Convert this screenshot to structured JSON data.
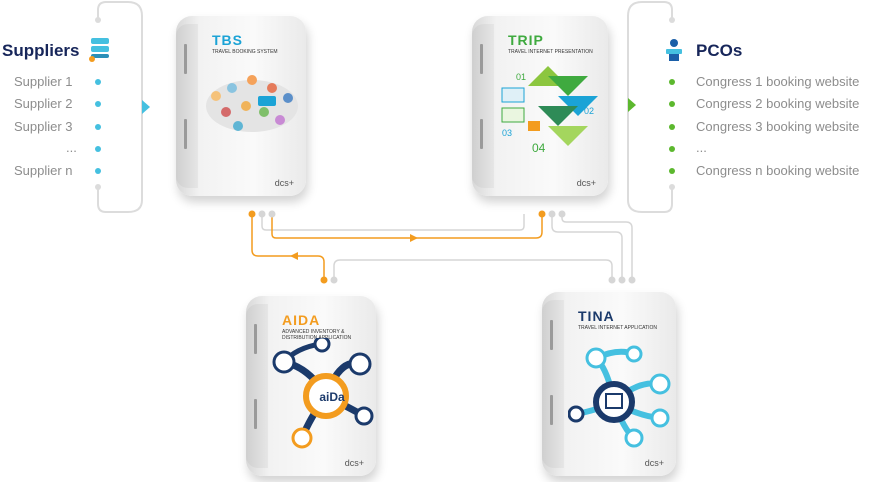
{
  "suppliers": {
    "title": "Suppliers",
    "items": [
      "Supplier 1",
      "Supplier 2",
      "Supplier 3",
      "...",
      "Supplier n"
    ],
    "icon": "server-stack-icon",
    "dot_color": "#45c0e0"
  },
  "pcos": {
    "title": "PCOs",
    "items": [
      "Congress 1 booking website",
      "Congress 2 booking website",
      "Congress 3 booking website",
      "...",
      "Congress n booking website"
    ],
    "icon": "podium-person-icon",
    "dot_color": "#5cb82e"
  },
  "products": {
    "tbs": {
      "name": "TBS",
      "subtitle": "TRAVEL BOOKING SYSTEM",
      "brand": "dcs+",
      "color": "#1ba3d6"
    },
    "trip": {
      "name": "TRIP",
      "subtitle": "TRAVEL INTERNET PRESENTATION",
      "brand": "dcs+",
      "color": "#3faa3f",
      "steps": [
        "01",
        "02",
        "03",
        "04"
      ]
    },
    "aida": {
      "name": "AIDA",
      "subtitle": "ADVANCED INVENTORY & DISTRIBUTION APPLICATION",
      "brand": "dcs+",
      "color": "#f39c1f",
      "logo": "aiDa"
    },
    "tina": {
      "name": "TINA",
      "subtitle": "TRAVEL INTERNET APPLICATION",
      "brand": "dcs+",
      "color": "#1b3a6b"
    }
  },
  "colors": {
    "connector_gray": "#d6d6d6",
    "connector_orange": "#f39c1f",
    "arrow_blue": "#45c0e0",
    "arrow_green": "#5cb82e"
  }
}
